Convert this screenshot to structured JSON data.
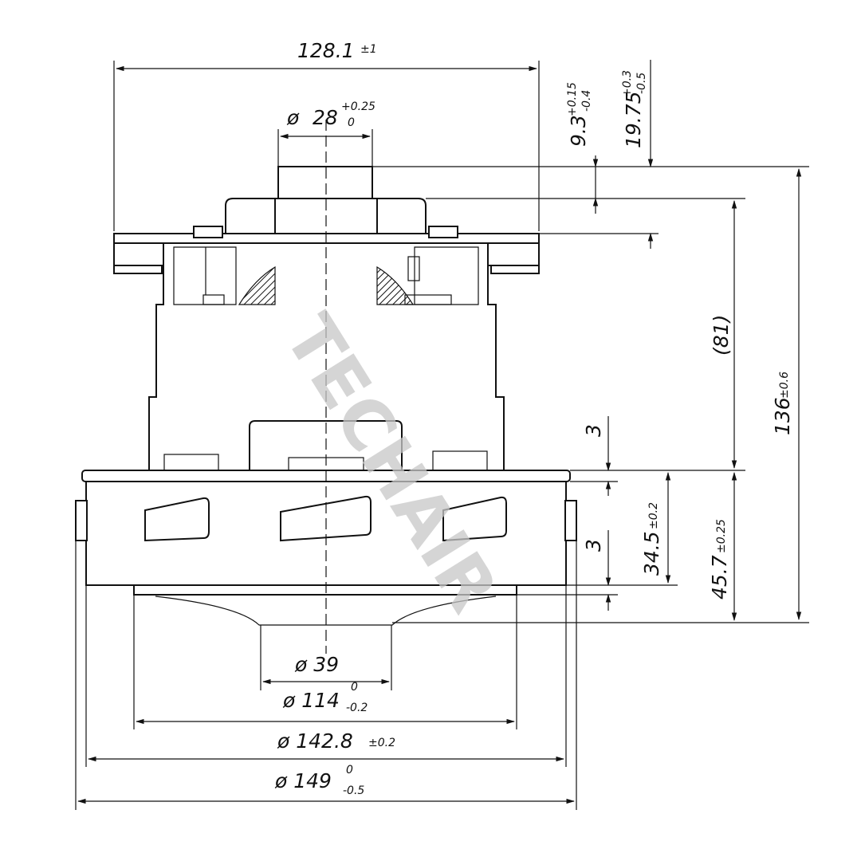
{
  "watermark": "TECHAIR",
  "dimensions": {
    "width_top": "128.1",
    "width_top_tol": "±1",
    "dia_outlet_sym": "ø",
    "dia_outlet": "28",
    "dia_outlet_tol_up": "+0.25",
    "dia_outlet_tol_low": "0",
    "d_93": "9.3",
    "d_93_up": "+0.15",
    "d_93_low": "-0.4",
    "d_1975": "19.75",
    "d_1975_up": "+0.3",
    "d_1975_low": "-0.5",
    "ref_81": "(81)",
    "total_136": "136",
    "total_136_tol": "±0.6",
    "gap_3_top": "3",
    "gap_3_bot": "3",
    "h_345": "34.5",
    "h_345_tol": "±0.2",
    "h_457": "45.7",
    "h_457_tol": "±0.25",
    "dia_39": "ø 39",
    "dia_114": "ø 114",
    "dia_114_up": "0",
    "dia_114_low": "-0.2",
    "dia_1428": "ø 142.8",
    "dia_1428_tol": "±0.2",
    "dia_149": "ø 149",
    "dia_149_up": "0",
    "dia_149_low": "-0.5"
  }
}
